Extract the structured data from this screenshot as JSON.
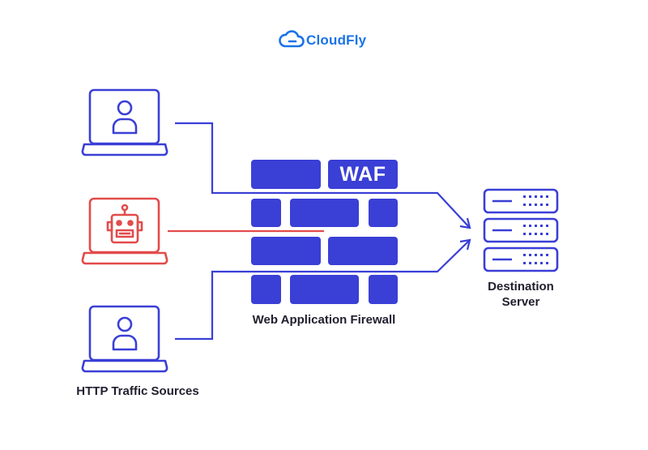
{
  "brand": {
    "name": "CloudFly",
    "icon": "cloud-icon"
  },
  "firewall": {
    "badge": "WAF",
    "caption": "Web Application Firewall"
  },
  "sources": {
    "caption": "HTTP Traffic Sources"
  },
  "destination": {
    "caption_line1": "Destination",
    "caption_line2": "Server"
  },
  "colors": {
    "primary": "#3a3fd6",
    "malicious": "#e24b4b",
    "brand": "#1a73e8",
    "text": "#1f1f2e"
  },
  "nodes": [
    {
      "name": "user-laptop-top",
      "icon": "user-icon",
      "type": "legitimate"
    },
    {
      "name": "bot-laptop",
      "icon": "robot-icon",
      "type": "malicious"
    },
    {
      "name": "user-laptop-bottom",
      "icon": "user-icon",
      "type": "legitimate"
    }
  ]
}
